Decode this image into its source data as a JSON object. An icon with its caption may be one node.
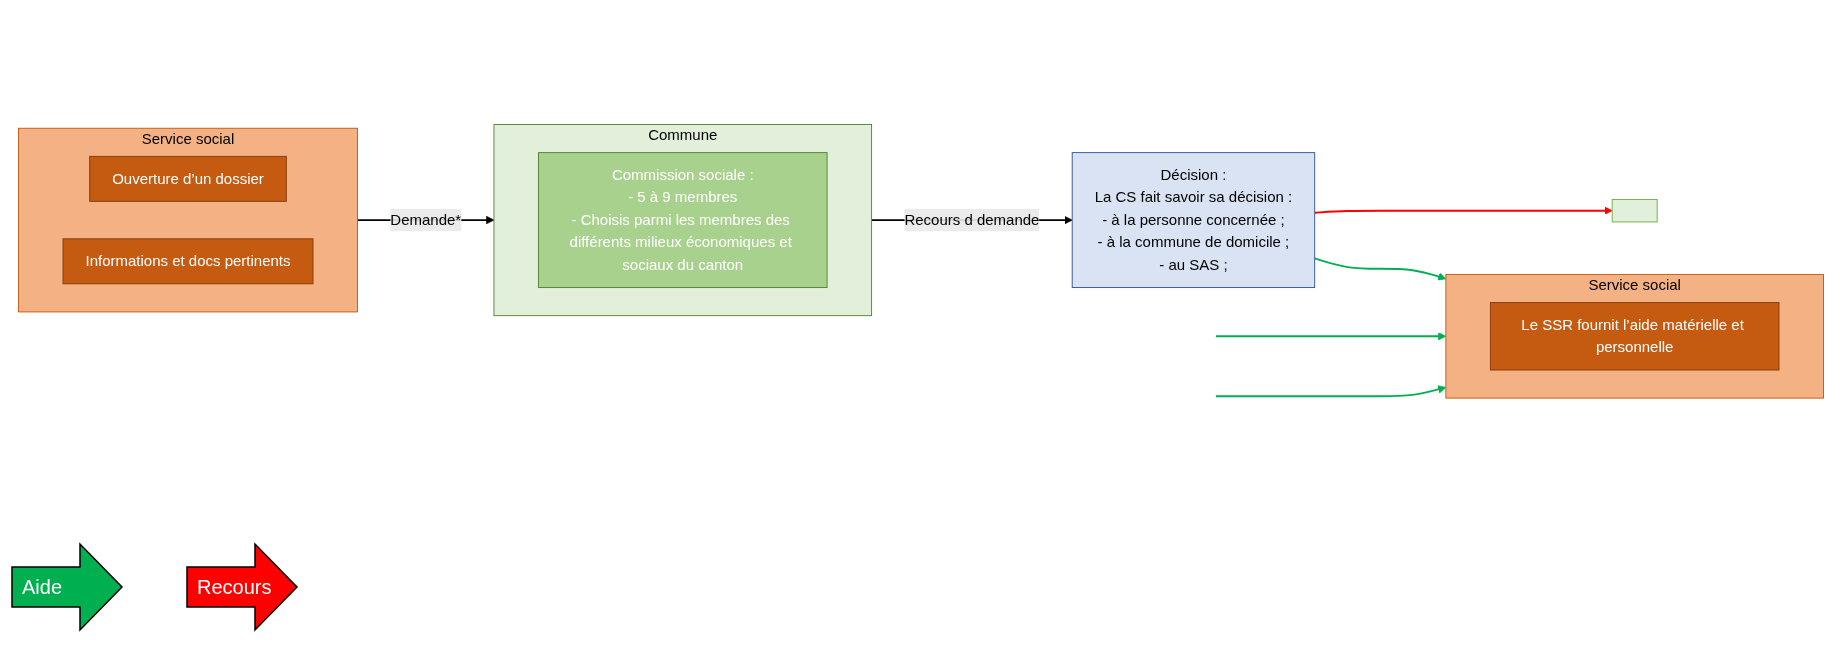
{
  "diagram": {
    "nodes": [
      {
        "text": [
          "Service social"
        ]
      },
      {
        "text": [
          "Ouverture d’un dossier"
        ],
        "in": 0
      },
      {
        "text": [
          "Informations et docs pertinents"
        ],
        "in": 0
      },
      {
        "text": [
          "Commune"
        ]
      },
      {
        "text": [
          "Commission sociale :",
          "- 5 à 9 membres",
          "- Choisis parmi les membres des différents milieux économiques et sociaux du canton"
        ],
        "in": 3
      },
      {
        "text": [
          "Décision :",
          "La CS fait savoir sa décision :",
          "- à la personne concernée ;",
          "- à la commune de domicile ;",
          "- au SAS ;"
        ]
      },
      {
        "text": [],
        "shape": "box"
      },
      {
        "text": [
          "Service social"
        ]
      },
      {
        "text": [
          "Le SSR fournit l’aide matérielle et personnelle"
        ],
        "in": 7
      }
    ],
    "edges": [
      {
        "from": 0,
        "to": 3,
        "arrow": "to",
        "label": "Demande*",
        "color": "#000000"
      },
      {
        "from": 3,
        "to": 5,
        "arrow": "to",
        "label": "Recours d demande",
        "color": "#000000"
      },
      {
        "from": 5,
        "to": 6,
        "arrow": "to",
        "color": "#ff0000"
      },
      {
        "from": 5,
        "to": 7,
        "arrow": "to",
        "color": "#00b050"
      },
      {
        "from": null,
        "to": 7,
        "arrow": "to",
        "color": "#00b050"
      },
      {
        "from": null,
        "to": 7,
        "arrow": "to",
        "color": "#00b050"
      }
    ],
    "legend": [
      {
        "text": "Aide",
        "color": "#00b050"
      },
      {
        "text": "Recours",
        "color": "#ff0000"
      }
    ]
  }
}
